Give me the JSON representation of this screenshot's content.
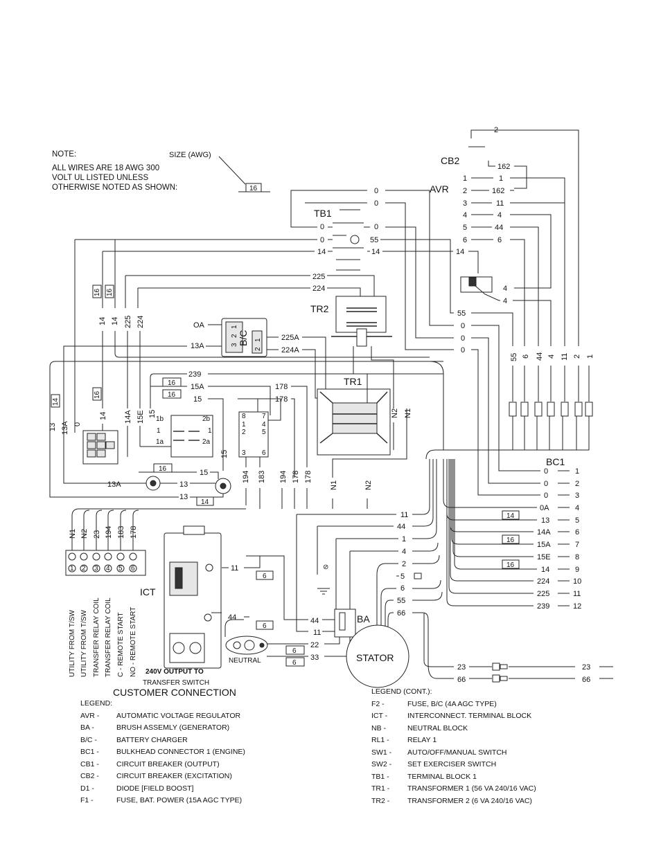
{
  "note": {
    "title": "NOTE:",
    "size_label": "SIZE (AWG)",
    "lines": [
      "ALL WIRES ARE 18 AWG 300",
      "VOLT UL LISTED UNLESS",
      "OTHERWISE NOTED AS SHOWN:"
    ],
    "size_tag": "16"
  },
  "components": {
    "cb2": "CB2",
    "avr": "AVR",
    "tb1": "TB1",
    "tr2": "TR2",
    "tr1": "TR1",
    "bc": "B/C",
    "bc1": "BC1",
    "ict": "ICT",
    "ba": "BA",
    "stator": "STATOR",
    "neutral": "NEUTRAL",
    "output_to": "240V OUTPUT TO",
    "transfer_switch": "TRANSFER SWITCH",
    "customer_connection": "CUSTOMER CONNECTION"
  },
  "cb2_labels": {
    "top": "2",
    "w162": "162"
  },
  "avr_terminals": [
    {
      "pin": "1",
      "wire": "1"
    },
    {
      "pin": "2",
      "wire": "162"
    },
    {
      "pin": "3",
      "wire": "11"
    },
    {
      "pin": "4",
      "wire": "4"
    },
    {
      "pin": "5",
      "wire": "44"
    },
    {
      "pin": "6",
      "wire": "6"
    }
  ],
  "tb1_left": [
    "0",
    "0",
    "14"
  ],
  "tb1_right": [
    "0",
    "0",
    "0",
    "55",
    "14"
  ],
  "tb1_avr14": "14",
  "d1_labels": [
    "4",
    "4"
  ],
  "tr2_wires": [
    "225",
    "224"
  ],
  "tr2_right": [
    "55",
    "0",
    "0",
    "0"
  ],
  "vertical_top": [
    "14",
    "14",
    "225",
    "224"
  ],
  "bc_wires": {
    "oa": "OA",
    "a13": "13A",
    "w225a": "225A",
    "w224a": "224A",
    "pins": [
      "1",
      "2",
      "3",
      "1",
      "2"
    ]
  },
  "mid_wires": [
    "239",
    "15A",
    "15",
    "178",
    "178"
  ],
  "left_vertical": [
    "13",
    "13A",
    "0",
    "14",
    "14A",
    "15E",
    "15"
  ],
  "relay_pins": [
    "1b",
    "2b",
    "1",
    "1",
    "1a",
    "2a"
  ],
  "relay_right_pins": [
    "8",
    "7",
    "1",
    "4",
    "2",
    "5",
    "3",
    "6"
  ],
  "bottom_vert": [
    "15",
    "194",
    "183",
    "194",
    "178"
  ],
  "tr1_out": [
    "N2",
    "N1"
  ],
  "n_labels": [
    "N1",
    "N2"
  ],
  "switch_wires": [
    "15",
    "13A",
    "13",
    "13"
  ],
  "bc1_col": [
    "55",
    "6",
    "44",
    "4",
    "11",
    "2",
    "1"
  ],
  "bc1_rows": [
    {
      "wire": "0",
      "pin": "1",
      "tag": ""
    },
    {
      "wire": "0",
      "pin": "2",
      "tag": ""
    },
    {
      "wire": "0",
      "pin": "3",
      "tag": ""
    },
    {
      "wire": "0A",
      "pin": "4",
      "tag": ""
    },
    {
      "wire": "13",
      "pin": "5",
      "tag": "14"
    },
    {
      "wire": "14A",
      "pin": "6",
      "tag": ""
    },
    {
      "wire": "15A",
      "pin": "7",
      "tag": "16"
    },
    {
      "wire": "15E",
      "pin": "8",
      "tag": ""
    },
    {
      "wire": "14",
      "pin": "9",
      "tag": "16"
    },
    {
      "wire": "224",
      "pin": "10",
      "tag": ""
    },
    {
      "wire": "225",
      "pin": "11",
      "tag": ""
    },
    {
      "wire": "239",
      "pin": "12",
      "tag": ""
    }
  ],
  "stator_wires": [
    "11",
    "44",
    "1",
    "4",
    "2",
    "5",
    "6",
    "55",
    "66"
  ],
  "ict_wires": [
    "11",
    "44"
  ],
  "ba_wires": [
    "44",
    "11",
    "22",
    "33"
  ],
  "out_wires": [
    "23",
    "66",
    "23",
    "66"
  ],
  "ict_terminals": [
    "N1",
    "N2",
    "23",
    "194",
    "183",
    "178"
  ],
  "ict_pins": [
    "1",
    "2",
    "3",
    "4",
    "5",
    "6"
  ],
  "customer_labels": [
    "UTILITY FROM T/SW",
    "UTILITY FROM T/SW",
    "TRANSFER RELAY COIL",
    "TRANSFER RELAY COIL",
    "C - REMOTE START",
    "NO - REMOTE START"
  ],
  "wire_tags": [
    "16",
    "16",
    "16",
    "16",
    "14",
    "16",
    "16",
    "16",
    "14",
    "6",
    "6",
    "6",
    "6"
  ],
  "legend_left": {
    "title": "LEGEND:",
    "items": [
      {
        "abbr": "AVR -",
        "desc": "AUTOMATIC VOLTAGE REGULATOR"
      },
      {
        "abbr": "BA -",
        "desc": "BRUSH ASSEMLY (GENERATOR)"
      },
      {
        "abbr": "B/C -",
        "desc": "BATTERY CHARGER"
      },
      {
        "abbr": "BC1 -",
        "desc": "BULKHEAD CONNECTOR 1 (ENGINE)"
      },
      {
        "abbr": "CB1 -",
        "desc": "CIRCUIT BREAKER (OUTPUT)"
      },
      {
        "abbr": "CB2 -",
        "desc": "CIRCUIT BREAKER (EXCITATION)"
      },
      {
        "abbr": "D1 -",
        "desc": "DIODE [FIELD BOOST]"
      },
      {
        "abbr": "F1 -",
        "desc": "FUSE, BAT. POWER (15A AGC TYPE)"
      }
    ]
  },
  "legend_right": {
    "title": "LEGEND (CONT.):",
    "items": [
      {
        "abbr": "F2 -",
        "desc": "FUSE, B/C (4A AGC TYPE)"
      },
      {
        "abbr": "ICT -",
        "desc": "INTERCONNECT. TERMINAL BLOCK"
      },
      {
        "abbr": "NB -",
        "desc": "NEUTRAL BLOCK"
      },
      {
        "abbr": "RL1 -",
        "desc": "RELAY 1"
      },
      {
        "abbr": "SW1 -",
        "desc": "AUTO/OFF/MANUAL SWITCH"
      },
      {
        "abbr": "SW2 -",
        "desc": "SET EXERCISER SWITCH"
      },
      {
        "abbr": "TB1 -",
        "desc": "TERMINAL BLOCK 1"
      },
      {
        "abbr": "TR1 -",
        "desc": "TRANSFORMER 1 (56 VA 240/16 VAC)"
      },
      {
        "abbr": "TR2 -",
        "desc": "TRANSFORMER 2 (6 VA 240/16 VAC)"
      }
    ]
  }
}
